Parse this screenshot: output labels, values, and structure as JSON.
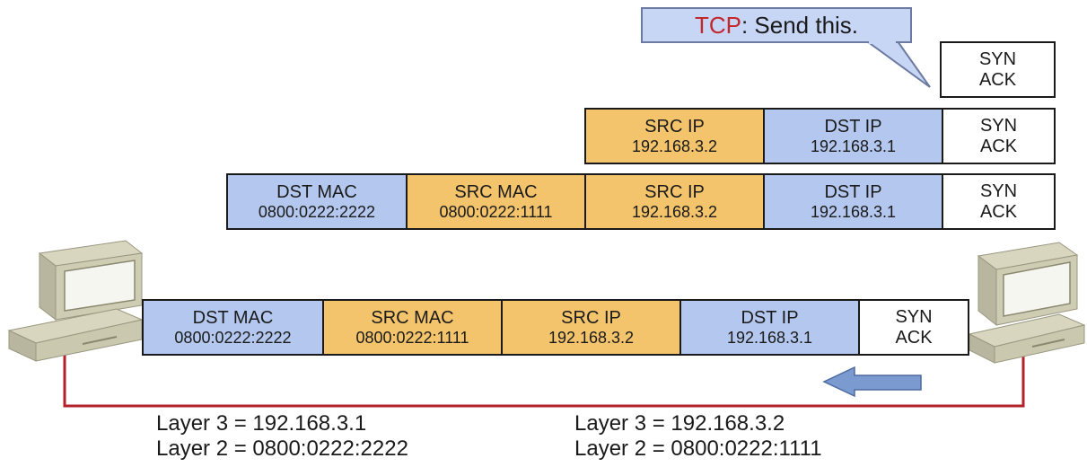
{
  "callout": {
    "protocol": "TCP",
    "message": ": Send this."
  },
  "segment": {
    "line1": "SYN",
    "line2": "ACK"
  },
  "packet": {
    "src_ip": {
      "title": "SRC IP",
      "value": "192.168.3.2"
    },
    "dst_ip": {
      "title": "DST IP",
      "value": "192.168.3.1"
    },
    "syn_ack": {
      "line1": "SYN",
      "line2": "ACK"
    }
  },
  "frame": {
    "dst_mac": {
      "title": "DST MAC",
      "value": "0800:0222:2222"
    },
    "src_mac": {
      "title": "SRC MAC",
      "value": "0800:0222:1111"
    },
    "src_ip": {
      "title": "SRC IP",
      "value": "192.168.3.2"
    },
    "dst_ip": {
      "title": "DST IP",
      "value": "192.168.3.1"
    },
    "syn_ack": {
      "line1": "SYN",
      "line2": "ACK"
    }
  },
  "wire_frame": {
    "dst_mac": {
      "title": "DST MAC",
      "value": "0800:0222:2222"
    },
    "src_mac": {
      "title": "SRC MAC",
      "value": "0800:0222:1111"
    },
    "src_ip": {
      "title": "SRC IP",
      "value": "192.168.3.2"
    },
    "dst_ip": {
      "title": "DST IP",
      "value": "192.168.3.1"
    },
    "syn_ack": {
      "line1": "SYN",
      "line2": "ACK"
    }
  },
  "left_host": {
    "layer3": "Layer 3 = 192.168.3.1",
    "layer2": "Layer 2 = 0800:0222:2222"
  },
  "right_host": {
    "layer3": "Layer 3 = 192.168.3.2",
    "layer2": "Layer 2 = 0800:0222:1111"
  },
  "colors": {
    "mac_dst": "#b4c8ef",
    "mac_src": "#f3c46b",
    "wire": "#b22228",
    "arrow": "#7a9ad0"
  },
  "icons": [
    "computer-icon",
    "left-arrow-icon",
    "speech-bubble-icon"
  ]
}
